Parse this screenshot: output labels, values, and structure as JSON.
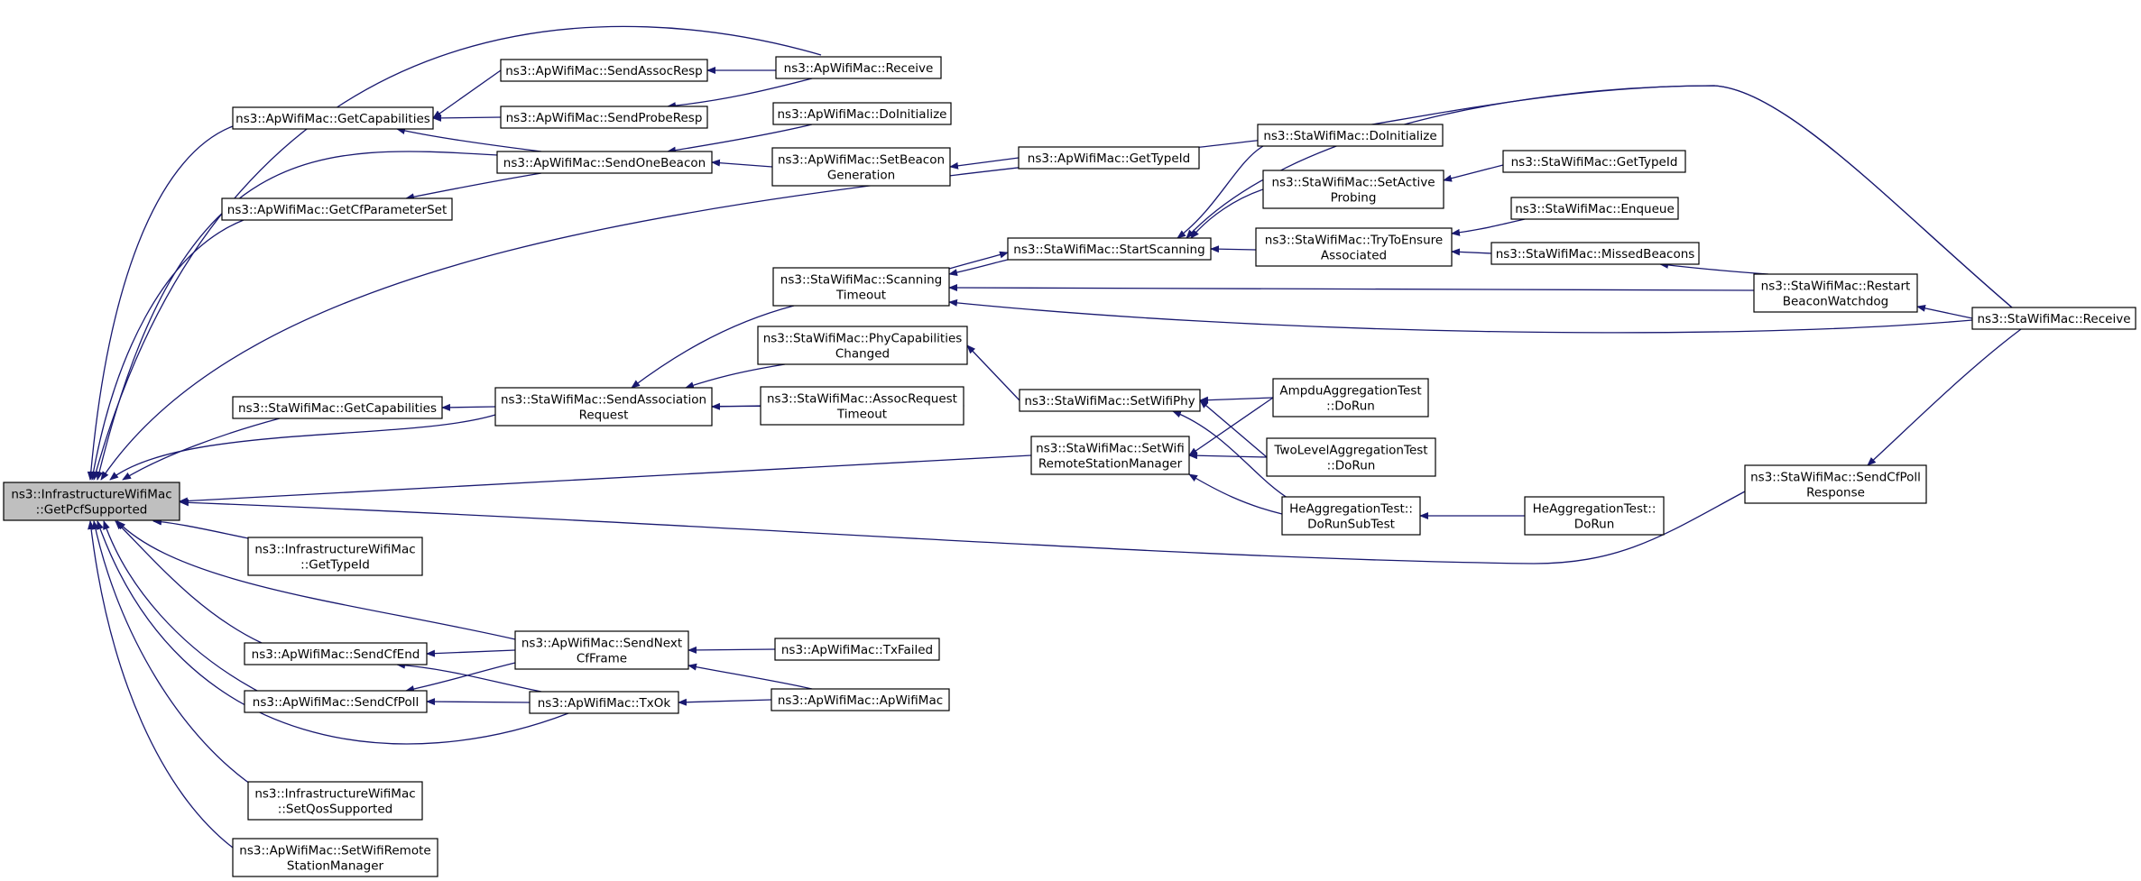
{
  "diagram": {
    "nodes": [
      {
        "id": "root",
        "lines": [
          "ns3::InfrastructureWifiMac",
          "::GetPcfSupported"
        ],
        "root": true
      },
      {
        "id": "ap_getcap",
        "lines": [
          "ns3::ApWifiMac::GetCapabilities"
        ]
      },
      {
        "id": "ap_getcfps",
        "lines": [
          "ns3::ApWifiMac::GetCfParameterSet"
        ]
      },
      {
        "id": "sta_getcap",
        "lines": [
          "ns3::StaWifiMac::GetCapabilities"
        ]
      },
      {
        "id": "infra_gettype",
        "lines": [
          "ns3::InfrastructureWifiMac",
          "::GetTypeId"
        ]
      },
      {
        "id": "ap_sendcfend",
        "lines": [
          "ns3::ApWifiMac::SendCfEnd"
        ]
      },
      {
        "id": "ap_sendcfpoll",
        "lines": [
          "ns3::ApWifiMac::SendCfPoll"
        ]
      },
      {
        "id": "infra_setqos",
        "lines": [
          "ns3::InfrastructureWifiMac",
          "::SetQosSupported"
        ]
      },
      {
        "id": "ap_setwifiremote",
        "lines": [
          "ns3::ApWifiMac::SetWifiRemote",
          "StationManager"
        ]
      },
      {
        "id": "ap_sendassocresp",
        "lines": [
          "ns3::ApWifiMac::SendAssocResp"
        ]
      },
      {
        "id": "ap_sendproberesp",
        "lines": [
          "ns3::ApWifiMac::SendProbeResp"
        ]
      },
      {
        "id": "ap_sendonebeacon",
        "lines": [
          "ns3::ApWifiMac::SendOneBeacon"
        ]
      },
      {
        "id": "sta_sendassocreq",
        "lines": [
          "ns3::StaWifiMac::SendAssociation",
          "Request"
        ]
      },
      {
        "id": "ap_sendnextcf",
        "lines": [
          "ns3::ApWifiMac::SendNext",
          "CfFrame"
        ]
      },
      {
        "id": "ap_txok",
        "lines": [
          "ns3::ApWifiMac::TxOk"
        ]
      },
      {
        "id": "ap_receive",
        "lines": [
          "ns3::ApWifiMac::Receive"
        ]
      },
      {
        "id": "ap_doinit",
        "lines": [
          "ns3::ApWifiMac::DoInitialize"
        ]
      },
      {
        "id": "ap_setbeacongen",
        "lines": [
          "ns3::ApWifiMac::SetBeacon",
          "Generation"
        ]
      },
      {
        "id": "sta_scantimeout",
        "lines": [
          "ns3::StaWifiMac::Scanning",
          "Timeout"
        ]
      },
      {
        "id": "sta_phycapchanged",
        "lines": [
          "ns3::StaWifiMac::PhyCapabilities",
          "Changed"
        ]
      },
      {
        "id": "sta_assocreqtimeout",
        "lines": [
          "ns3::StaWifiMac::AssocRequest",
          "Timeout"
        ]
      },
      {
        "id": "ap_txfailed",
        "lines": [
          "ns3::ApWifiMac::TxFailed"
        ]
      },
      {
        "id": "ap_ctor",
        "lines": [
          "ns3::ApWifiMac::ApWifiMac"
        ]
      },
      {
        "id": "ap_gettypeid",
        "lines": [
          "ns3::ApWifiMac::GetTypeId"
        ]
      },
      {
        "id": "sta_startscan",
        "lines": [
          "ns3::StaWifiMac::StartScanning"
        ]
      },
      {
        "id": "sta_setwifiphy",
        "lines": [
          "ns3::StaWifiMac::SetWifiPhy"
        ]
      },
      {
        "id": "sta_setwifiremote",
        "lines": [
          "ns3::StaWifiMac::SetWifi",
          "RemoteStationManager"
        ]
      },
      {
        "id": "sta_doinit",
        "lines": [
          "ns3::StaWifiMac::DoInitialize"
        ]
      },
      {
        "id": "sta_setactiveprobing",
        "lines": [
          "ns3::StaWifiMac::SetActive",
          "Probing"
        ]
      },
      {
        "id": "sta_trytoensure",
        "lines": [
          "ns3::StaWifiMac::TryToEnsure",
          "Associated"
        ]
      },
      {
        "id": "ampdu_dorun",
        "lines": [
          "AmpduAggregationTest",
          "::DoRun"
        ]
      },
      {
        "id": "twolevel_dorun",
        "lines": [
          "TwoLevelAggregationTest",
          "::DoRun"
        ]
      },
      {
        "id": "he_dorunsubtest",
        "lines": [
          "HeAggregationTest::",
          "DoRunSubTest"
        ]
      },
      {
        "id": "sta_gettypeid",
        "lines": [
          "ns3::StaWifiMac::GetTypeId"
        ]
      },
      {
        "id": "sta_enqueue",
        "lines": [
          "ns3::StaWifiMac::Enqueue"
        ]
      },
      {
        "id": "sta_missedbeacons",
        "lines": [
          "ns3::StaWifiMac::MissedBeacons"
        ]
      },
      {
        "id": "he_dorun",
        "lines": [
          "HeAggregationTest::",
          "DoRun"
        ]
      },
      {
        "id": "sta_restartbeacon",
        "lines": [
          "ns3::StaWifiMac::Restart",
          "BeaconWatchdog"
        ]
      },
      {
        "id": "sta_sendcfpollresp",
        "lines": [
          "ns3::StaWifiMac::SendCfPoll",
          "Response"
        ]
      },
      {
        "id": "sta_receive",
        "lines": [
          "ns3::StaWifiMac::Receive"
        ]
      }
    ],
    "edges": [
      [
        "ap_getcap",
        "root"
      ],
      [
        "ap_getcfps",
        "root"
      ],
      [
        "sta_getcap",
        "root"
      ],
      [
        "infra_gettype",
        "root"
      ],
      [
        "ap_sendcfend",
        "root"
      ],
      [
        "ap_sendcfpoll",
        "root"
      ],
      [
        "infra_setqos",
        "root"
      ],
      [
        "ap_setwifiremote",
        "root"
      ],
      [
        "ap_receive",
        "root"
      ],
      [
        "ap_sendonebeacon",
        "root"
      ],
      [
        "sta_receive",
        "root"
      ],
      [
        "sta_sendassocreq",
        "root"
      ],
      [
        "sta_setwifiremote",
        "root"
      ],
      [
        "sta_sendcfpollresp",
        "root"
      ],
      [
        "ap_sendnextcf",
        "root"
      ],
      [
        "ap_txok",
        "root"
      ],
      [
        "ap_sendassocresp",
        "ap_getcap"
      ],
      [
        "ap_sendproberesp",
        "ap_getcap"
      ],
      [
        "ap_sendonebeacon",
        "ap_getcap"
      ],
      [
        "ap_sendonebeacon",
        "ap_getcfps"
      ],
      [
        "sta_sendassocreq",
        "sta_getcap"
      ],
      [
        "ap_sendnextcf",
        "ap_sendcfend"
      ],
      [
        "ap_txok",
        "ap_sendcfend"
      ],
      [
        "ap_txok",
        "ap_sendcfpoll"
      ],
      [
        "ap_sendnextcf",
        "ap_sendcfpoll"
      ],
      [
        "ap_receive",
        "ap_sendassocresp"
      ],
      [
        "ap_receive",
        "ap_sendproberesp"
      ],
      [
        "ap_doinit",
        "ap_sendonebeacon"
      ],
      [
        "ap_setbeacongen",
        "ap_sendonebeacon"
      ],
      [
        "sta_scantimeout",
        "sta_sendassocreq"
      ],
      [
        "sta_phycapchanged",
        "sta_sendassocreq"
      ],
      [
        "sta_assocreqtimeout",
        "sta_sendassocreq"
      ],
      [
        "sta_sendassocreq",
        "sta_assocreqtimeout"
      ],
      [
        "ap_txfailed",
        "ap_sendnextcf"
      ],
      [
        "ap_ctor",
        "ap_sendnextcf"
      ],
      [
        "ap_ctor",
        "ap_txok"
      ],
      [
        "ap_gettypeid",
        "ap_setbeacongen"
      ],
      [
        "sta_startscan",
        "sta_scantimeout"
      ],
      [
        "sta_scantimeout",
        "sta_startscan"
      ],
      [
        "sta_restartbeacon",
        "sta_scantimeout"
      ],
      [
        "sta_receive",
        "sta_scantimeout"
      ],
      [
        "sta_setwifiphy",
        "sta_phycapchanged"
      ],
      [
        "sta_doinit",
        "sta_startscan"
      ],
      [
        "sta_setactiveprobing",
        "sta_startscan"
      ],
      [
        "sta_trytoensure",
        "sta_startscan"
      ],
      [
        "sta_receive",
        "sta_startscan"
      ],
      [
        "ampdu_dorun",
        "sta_setwifiphy"
      ],
      [
        "twolevel_dorun",
        "sta_setwifiphy"
      ],
      [
        "he_dorunsubtest",
        "sta_setwifiphy"
      ],
      [
        "ampdu_dorun",
        "sta_setwifiremote"
      ],
      [
        "twolevel_dorun",
        "sta_setwifiremote"
      ],
      [
        "he_dorunsubtest",
        "sta_setwifiremote"
      ],
      [
        "sta_gettypeid",
        "sta_setactiveprobing"
      ],
      [
        "sta_enqueue",
        "sta_trytoensure"
      ],
      [
        "sta_missedbeacons",
        "sta_trytoensure"
      ],
      [
        "he_dorun",
        "he_dorunsubtest"
      ],
      [
        "sta_restartbeacon",
        "sta_missedbeacons"
      ],
      [
        "sta_receive",
        "sta_restartbeacon"
      ],
      [
        "sta_receive",
        "sta_sendcfpollresp"
      ]
    ]
  }
}
